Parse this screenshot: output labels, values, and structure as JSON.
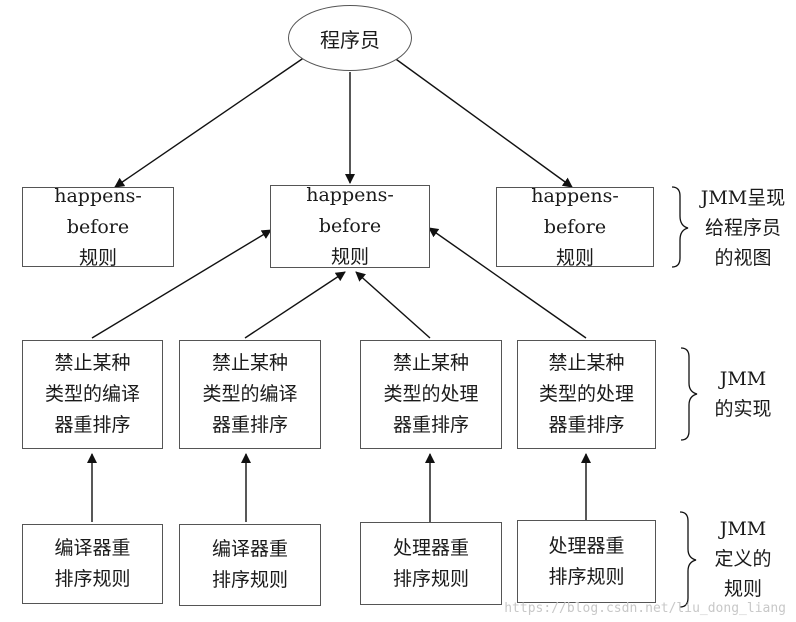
{
  "diagram": {
    "root": {
      "label": "程序员"
    },
    "hb_rules": [
      {
        "label": "happens-before\n规则"
      },
      {
        "label": "happens-before\n规则"
      },
      {
        "label": "happens-before\n规则"
      }
    ],
    "prohibit_rules": [
      {
        "label": "禁止某种\n类型的编译\n器重排序"
      },
      {
        "label": "禁止某种\n类型的编译\n器重排序"
      },
      {
        "label": "禁止某种\n类型的处理\n器重排序"
      },
      {
        "label": "禁止某种\n类型的处理\n器重排序"
      }
    ],
    "reorder_rules": [
      {
        "label": "编译器重\n排序规则"
      },
      {
        "label": "编译器重\n排序规则"
      },
      {
        "label": "处理器重\n排序规则"
      },
      {
        "label": "处理器重\n排序规则"
      }
    ],
    "side_labels": {
      "view": "JMM呈现\n给程序员\n的视图",
      "implementation": "JMM\n的实现",
      "definition": "JMM\n定义的\n规则"
    },
    "watermark": "https://blog.csdn.net/liu_dong_liang"
  }
}
